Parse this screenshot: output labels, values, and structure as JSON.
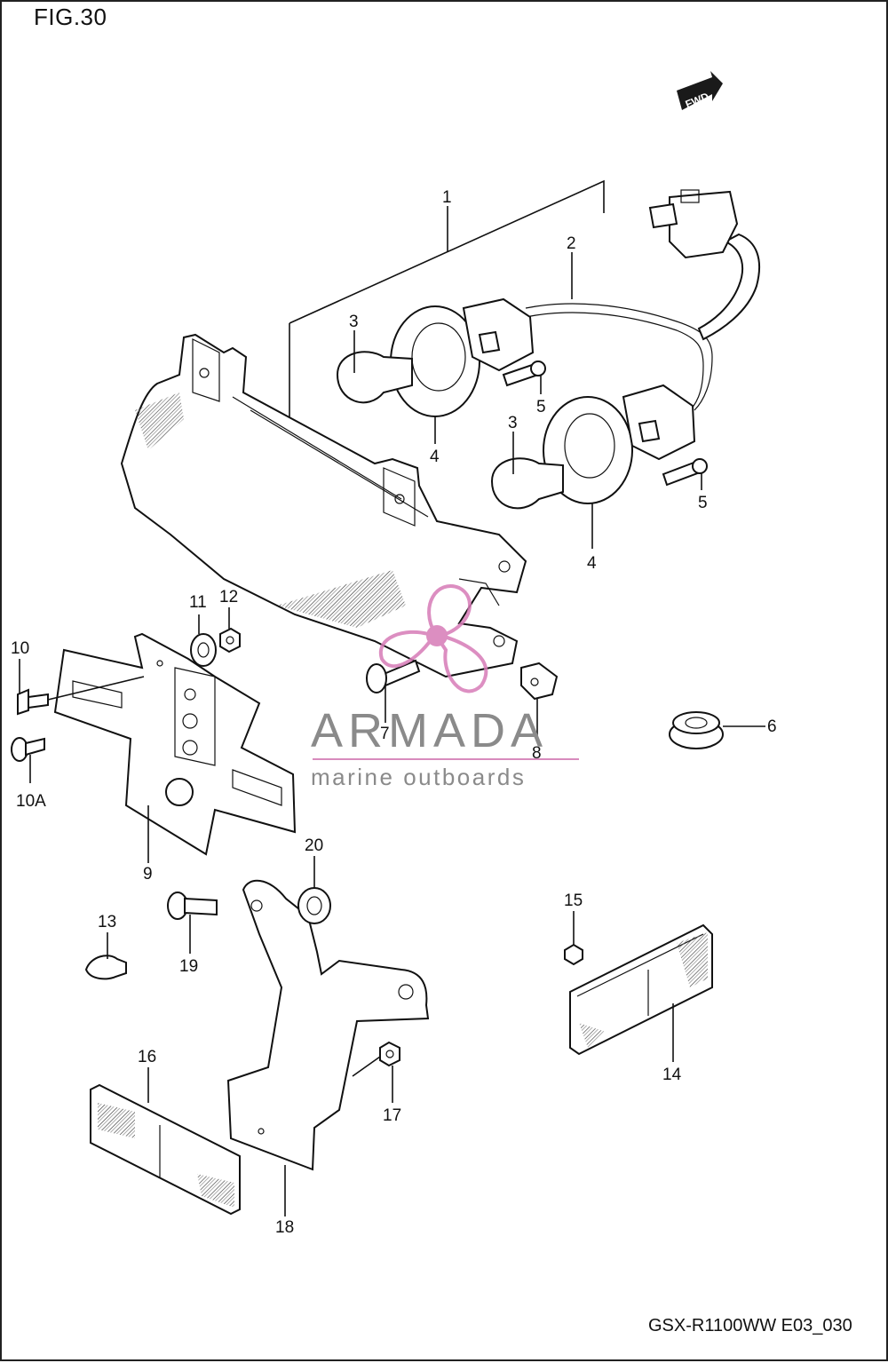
{
  "figure": {
    "title": "FIG.30",
    "code": "GSX-R1100WW E03_030",
    "fwd_label": "FWD"
  },
  "watermark": {
    "name": "ARMADA",
    "subtitle": "marine outboards"
  },
  "callouts": [
    "1",
    "2",
    "3",
    "3",
    "4",
    "4",
    "5",
    "5",
    "6",
    "7",
    "8",
    "9",
    "10",
    "10A",
    "11",
    "12",
    "13",
    "14",
    "15",
    "16",
    "17",
    "18",
    "19",
    "20"
  ]
}
